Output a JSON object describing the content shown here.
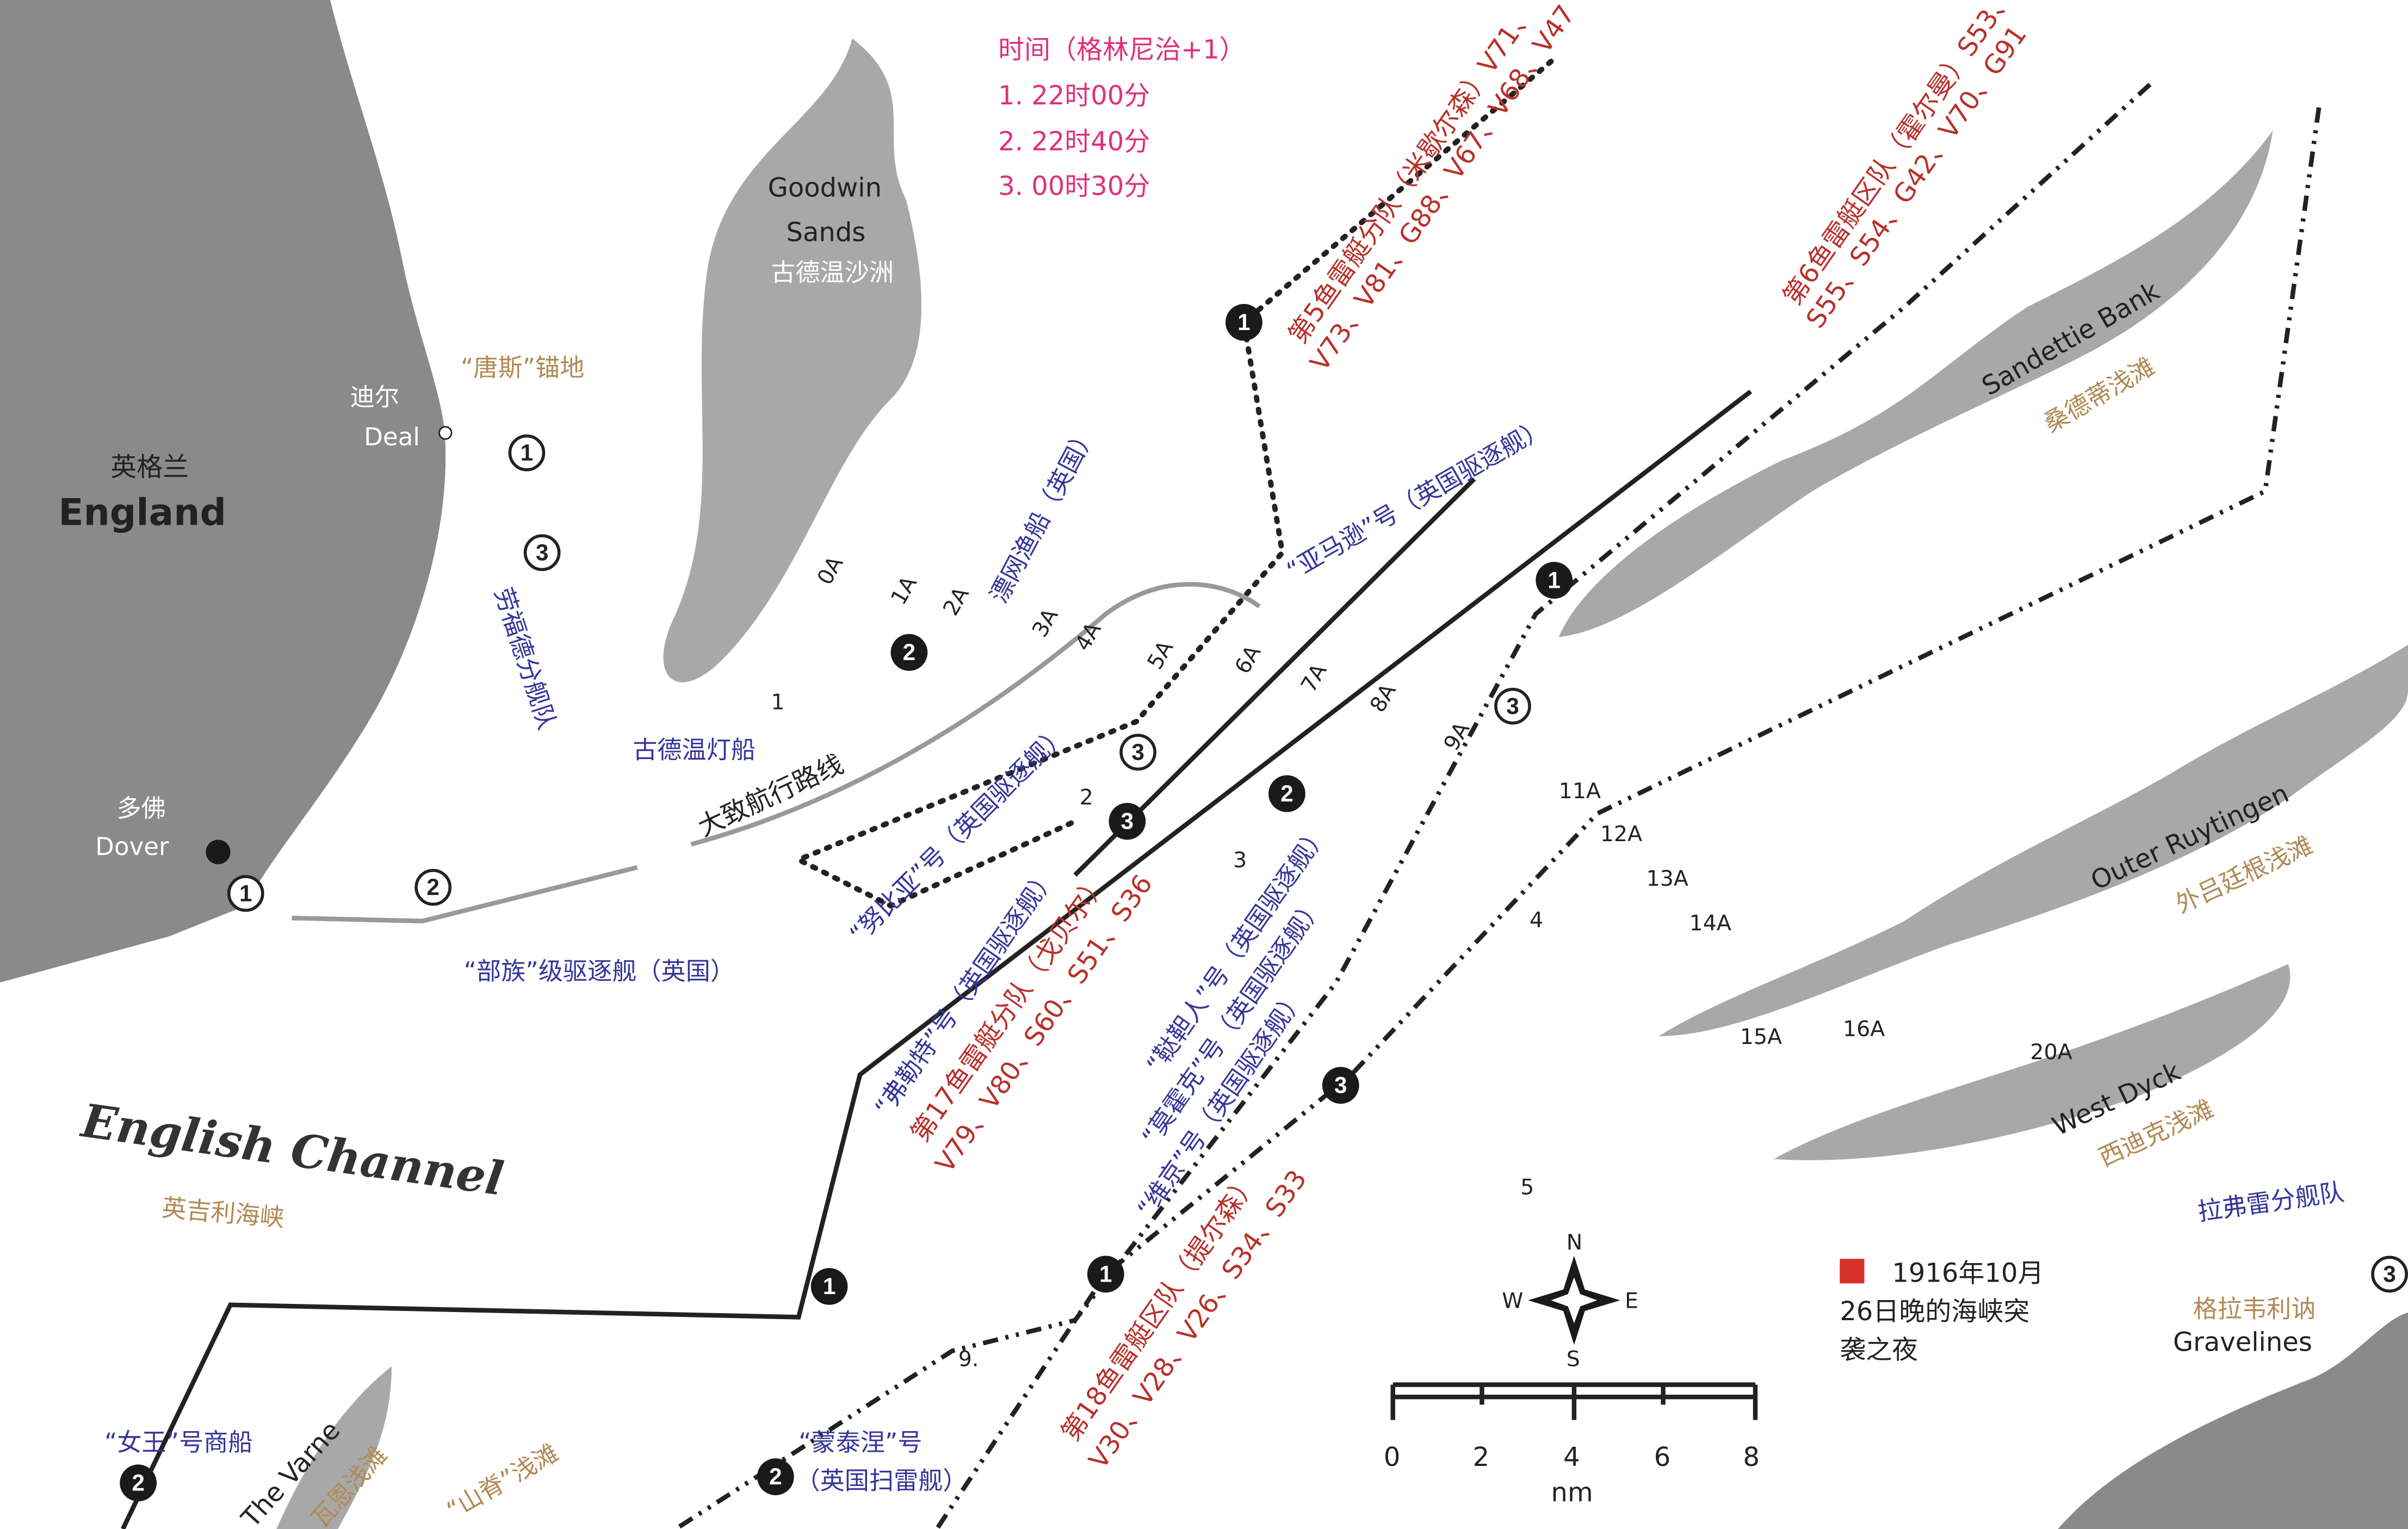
{
  "colors": {
    "time": "#e0307a",
    "german": "#b8302a",
    "british": "#35359a",
    "place_cn": "#b08a55",
    "land": "#8a8a8a",
    "legend_square": "#d8302a"
  },
  "time_legend": {
    "title": "时间（格林尼治+1）",
    "items": [
      "1. 22时00分",
      "2. 22时40分",
      "3. 00时30分"
    ]
  },
  "places": {
    "goodwin_en1": "Goodwin",
    "goodwin_en2": "Sands",
    "goodwin_cn": "古德温沙洲",
    "downs": "“唐斯”锚地",
    "deal_cn": "迪尔",
    "deal_en": "Deal",
    "england_cn": "英格兰",
    "england_en": "England",
    "dover_cn": "多佛",
    "dover_en": "Dover",
    "channel_en": "English Channel",
    "channel_cn": "英吉利海峡",
    "sandettie_en": "Sandettie Bank",
    "sandettie_cn": "桑德蒂浅滩",
    "ruytingen_en": "Outer Ruytingen",
    "ruytingen_cn": "外吕廷根浅滩",
    "westdyck_en": "West Dyck",
    "westdyck_cn": "西迪克浅滩",
    "gravelines_cn": "格拉韦利讷",
    "gravelines_en": "Gravelines",
    "varne_en": "The Varne",
    "varne_cn": "瓦恩浅滩",
    "ridge_cn": "“山脊”浅滩",
    "goodwin_lightship": "古德温灯船",
    "route": "大致航行路线"
  },
  "british": {
    "laforey_left": "劳福德分舰队",
    "tribal": "“部族”级驱逐舰（英国）",
    "drifters": "漂网渔船（英国）",
    "amazon": "“亚马逊”号（英国驱逐舰）",
    "nubian": "“努比亚”号（英国驱逐舰）",
    "flirt": "“弗勒特”号（英国驱逐舰）",
    "tartar": "“鞑靼人”号（英国驱逐舰）",
    "mohawk": "“莫霍克”号（英国驱逐舰）",
    "viking": "“维京”号（英国驱逐舰）",
    "queen": "“女王”号商船",
    "montaigne1": "“蒙泰涅”号",
    "montaigne2": "（英国扫雷舰）",
    "laforey_right": "拉弗雷分舰队"
  },
  "german": {
    "fl5_a": "第5鱼雷艇分队（米歇尔森）V71、",
    "fl5_b": "V73、V81、G88、V67、V68、V47",
    "fl6_a": "第6鱼雷艇区队（霍尔曼）S53、",
    "fl6_b": "S55、S54、G42、V70、G91",
    "fl17_a": "第17鱼雷艇分队（戈贝尔）",
    "fl17_b": "V79、V80、S60、S51、S36",
    "fl18_a": "第18鱼雷艇区队（提尔森）",
    "fl18_b": "V30、V28、V26、S34、S33"
  },
  "buoys": [
    "0A",
    "1A",
    "2A",
    "3A",
    "4A",
    "5A",
    "6A",
    "7A",
    "8A",
    "9A",
    "11A",
    "12A",
    "13A",
    "14A",
    "15A",
    "16A",
    "20A",
    "9."
  ],
  "drifter_numbers": [
    "1",
    "2",
    "3",
    "4",
    "5"
  ],
  "time_markers": [
    "1",
    "2",
    "3"
  ],
  "legend": {
    "line1": "1916年10月",
    "line2": "26日晚的海峡突",
    "line3": "袭之夜"
  },
  "scale": {
    "ticks": [
      "0",
      "2",
      "4",
      "6",
      "8"
    ],
    "unit": "nm"
  },
  "compass": {
    "n": "N",
    "e": "E",
    "s": "S",
    "w": "W"
  }
}
